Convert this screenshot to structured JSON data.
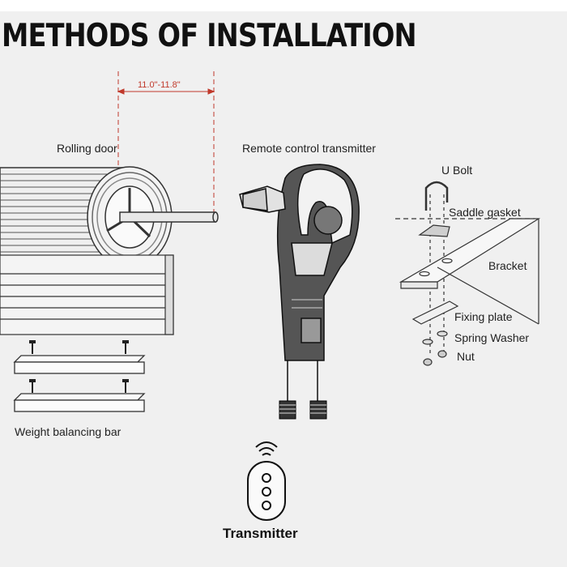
{
  "title": "METHODS OF INSTALLATION",
  "dimension": "11.0\"-11.8\"",
  "labels": {
    "rolling_door": "Rolling door",
    "remote_control_transmitter": "Remote control transmitter",
    "u_bolt": "U Bolt",
    "saddle_gasket": "Saddle gasket",
    "bracket": "Bracket",
    "fixing_plate": "Fixing plate",
    "spring_washer": "Spring Washer",
    "nut": "Nut",
    "weight_balancing_bar": "Weight balancing bar",
    "transmitter": "Transmitter"
  },
  "colors": {
    "dimension": "#c0392b",
    "line": "#222222"
  }
}
